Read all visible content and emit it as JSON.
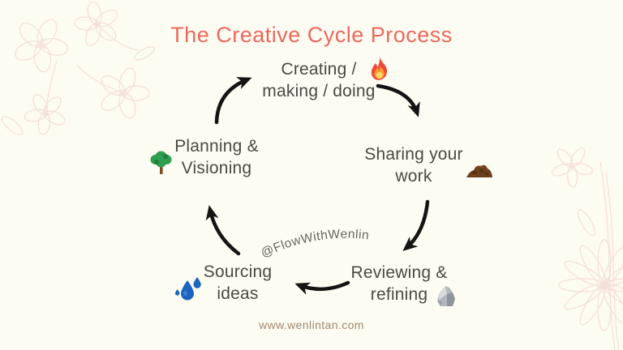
{
  "title": "The Creative Cycle Process",
  "cycle": {
    "stages": [
      {
        "name": "creating",
        "line1": "Creating /",
        "line2": "making / doing",
        "icon": "fire-icon"
      },
      {
        "name": "sharing",
        "line1": "Sharing your",
        "line2": "work",
        "icon": "dirt-mound-icon"
      },
      {
        "name": "reviewing",
        "line1": "Reviewing &",
        "line2": "refining",
        "icon": "rock-icon"
      },
      {
        "name": "sourcing",
        "line1": "Sourcing",
        "line2": "ideas",
        "icon": "water-droplets-icon"
      },
      {
        "name": "planning",
        "line1": "Planning &",
        "line2": "Visioning",
        "icon": "tree-icon"
      }
    ]
  },
  "watermark": "@FlowWithWenlin",
  "footer": {
    "website": "www.wenlintan.com"
  },
  "colors": {
    "background": "#fdfcf2",
    "title": "#ed685c",
    "stage_text": "#4a4945",
    "watermark_text": "#68675f",
    "website_text": "#a3886e",
    "arrow": "#141414",
    "floral_line": "#f4ded8"
  }
}
